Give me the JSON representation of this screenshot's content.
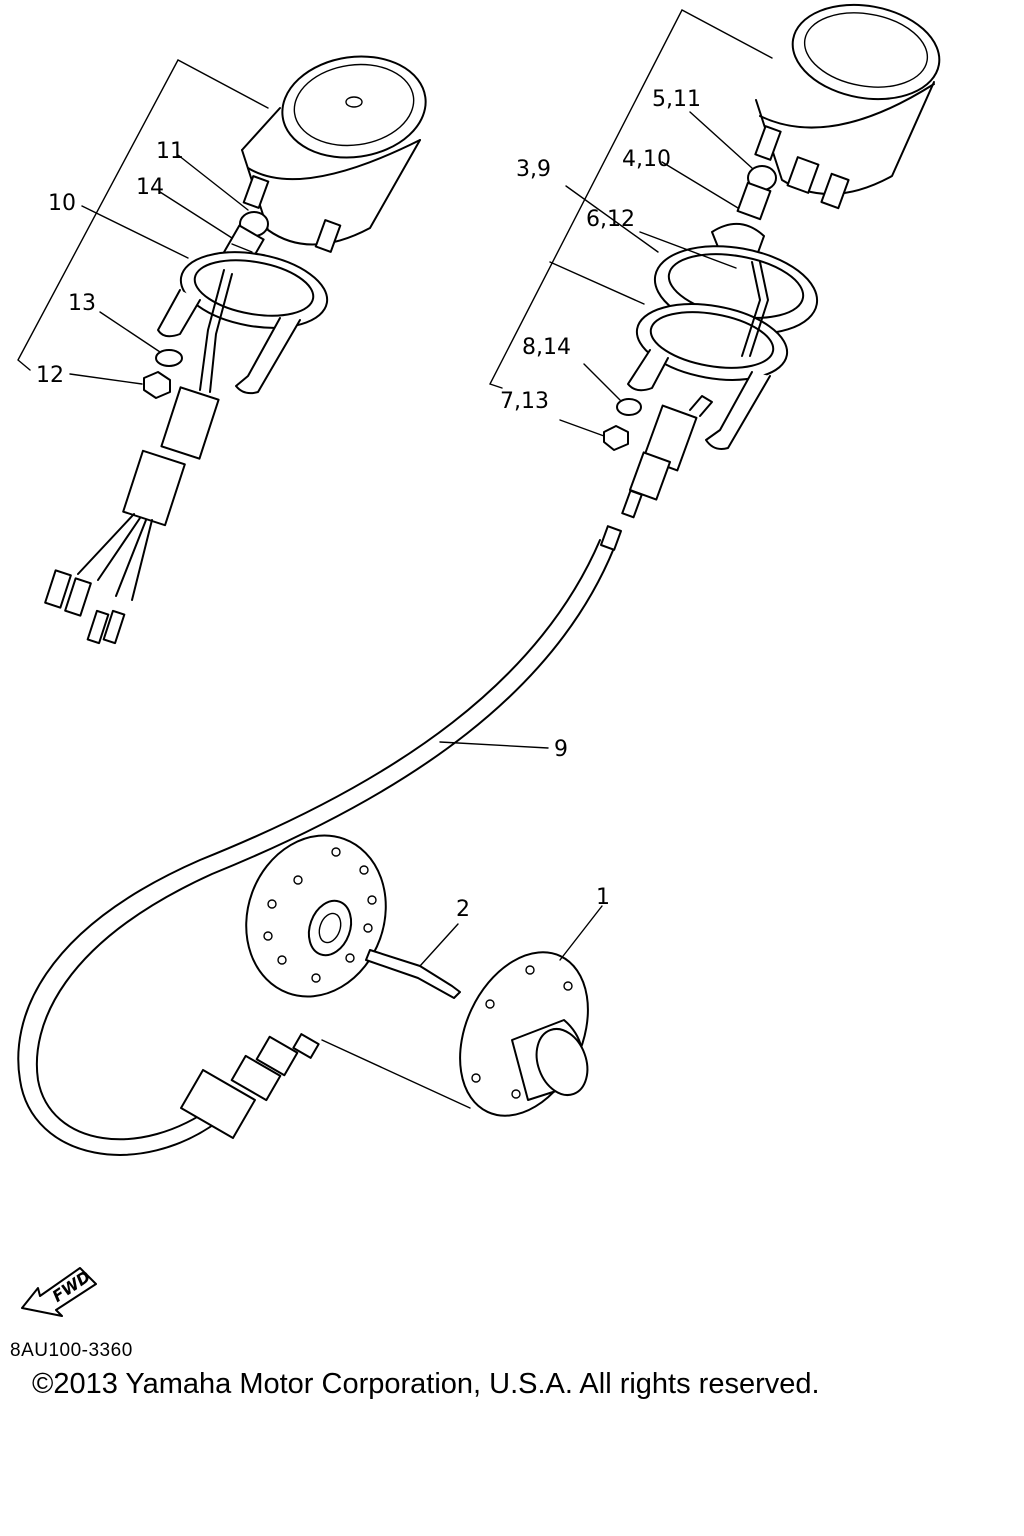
{
  "diagram": {
    "callouts": [
      "11",
      "14",
      "10",
      "13",
      "12",
      "5,11",
      "4,10",
      "3,9",
      "6,12",
      "8,14",
      "7,13",
      "9",
      "2",
      "1"
    ],
    "direction_badge": "FWD"
  },
  "footer": {
    "drawing_code": "8AU100-3360",
    "copyright": "©2013 Yamaha Motor Corporation, U.S.A. All rights reserved."
  }
}
